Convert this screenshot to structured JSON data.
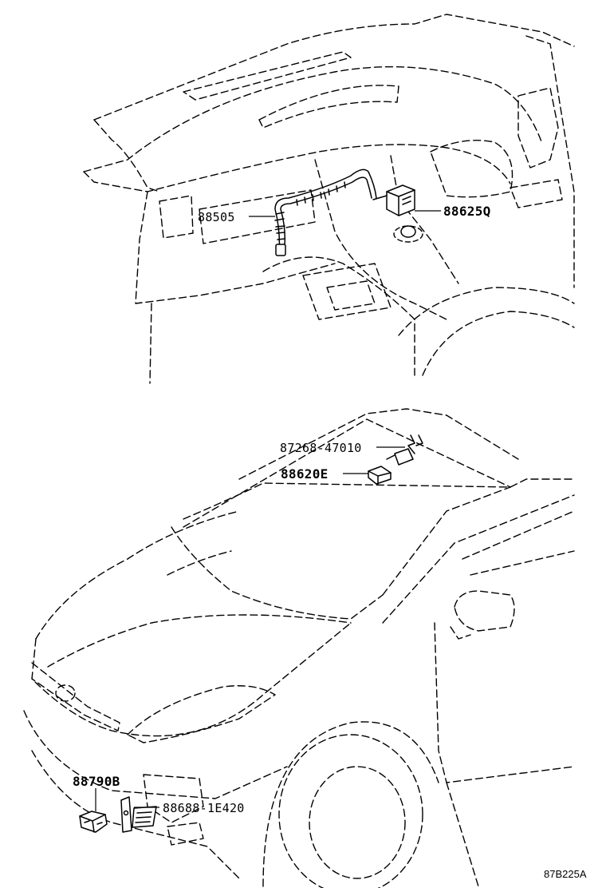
{
  "diagram": {
    "callouts": {
      "harness": "88505",
      "ac_control_top": "88625Q",
      "clip_connector": "87268-47010",
      "sensor_windshield": "88620E",
      "sensor_front": "88790B",
      "bracket_front": "88688-1E420"
    },
    "figure_code": "87B225A"
  }
}
